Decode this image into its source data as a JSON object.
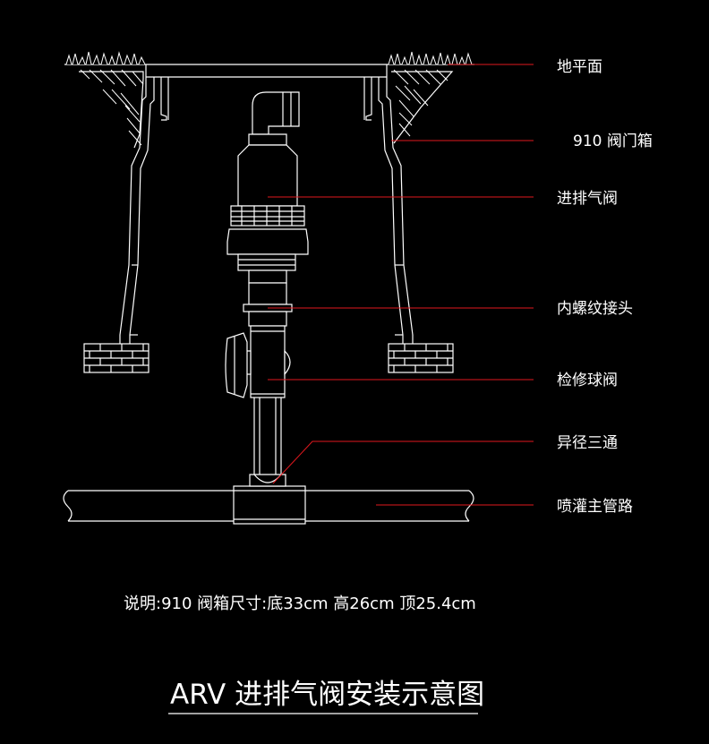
{
  "labels": {
    "ground": "地平面",
    "valve_box": "910 阀门箱",
    "arv": "进排气阀",
    "female_adapter": "内螺纹接头",
    "ball_valve": "检修球阀",
    "reducing_tee": "异径三通",
    "main_pipe": "喷灌主管路"
  },
  "note": "说明:910 阀箱尺寸:底33cm  高26cm  顶25.4cm",
  "title": "ARV  进排气阀安装示意图",
  "colors": {
    "background": "#000000",
    "lines": "#ffffff",
    "leader": "#e0181e"
  }
}
